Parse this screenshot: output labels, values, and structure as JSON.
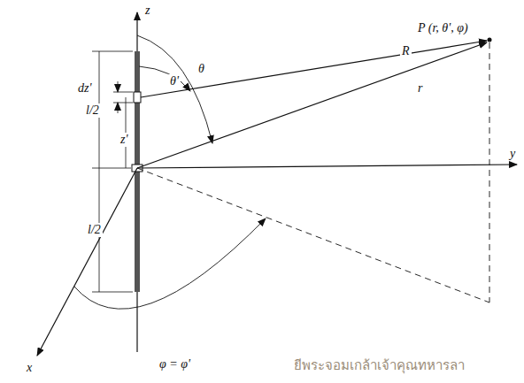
{
  "diagram": {
    "labels": [
      "z",
      "P (r, θ', φ)",
      "θ",
      "θ'",
      "R",
      "r",
      "dz'",
      "l/2",
      "z'",
      "l/2",
      "y",
      "x",
      "φ = φ'",
      "ยีพระจอมเกล้าเจ้าคุณทหารลา"
    ]
  }
}
